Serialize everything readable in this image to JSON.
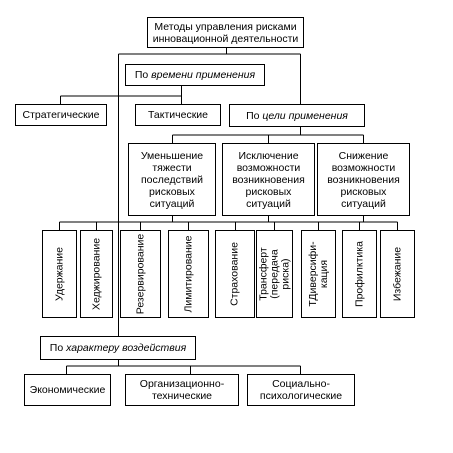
{
  "diagram": {
    "root": "Методы управления рисками\nинновационной деятельности",
    "by_time": {
      "prefix": "По ",
      "emphasis": "времени применения",
      "children": [
        "Стратегические",
        "Тактические"
      ]
    },
    "by_goal": {
      "prefix": "По ",
      "emphasis": "цели применения",
      "groups": [
        {
          "label": "Уменьшение\nтяжести\nпоследствий\nрисковых\nситуаций",
          "methods": [
            "Удержание",
            "Хеджирование",
            "Резервирование",
            "Лимитирование"
          ]
        },
        {
          "label": "Исключение\nвозможности\nвозникновения\nрисковых\nситуаций",
          "methods": [
            "Страхование",
            "Трансферт\n(передача\nриска)",
            "ТДиверсифи-\nкация"
          ]
        },
        {
          "label": "Снижение\nвозможности\nвозникновения\nрисковых\nситуаций",
          "methods": [
            "Профилктика",
            "Избежание"
          ]
        }
      ]
    },
    "by_impact": {
      "prefix": "По ",
      "emphasis": "характеру воздействия",
      "children": [
        "Экономические",
        "Организационно-\nтехнические",
        "Социально-\nпсихологические"
      ]
    }
  }
}
